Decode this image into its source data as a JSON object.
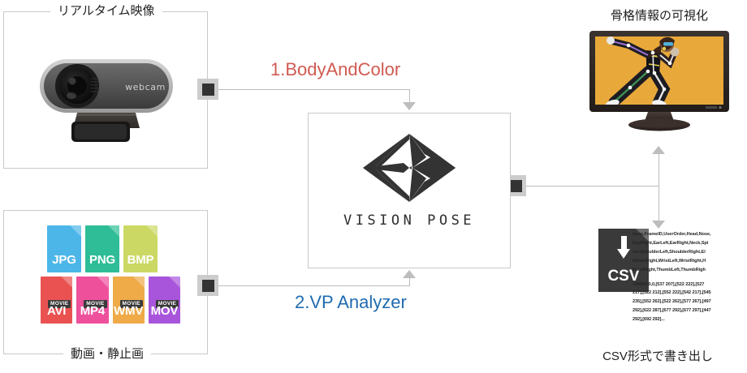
{
  "groups": {
    "realtime": {
      "label": "リアルタイム映像"
    },
    "media": {
      "label": "動画・静止画"
    }
  },
  "webcam": {
    "brand_text": "webcam"
  },
  "file_icons": {
    "images": [
      {
        "ext": "JPG",
        "color": "#4cb6e8",
        "badge": ""
      },
      {
        "ext": "PNG",
        "color": "#2ebd96",
        "badge": ""
      },
      {
        "ext": "BMP",
        "color": "#cbd864",
        "badge": ""
      }
    ],
    "videos": [
      {
        "ext": "AVI",
        "color": "#ea5252",
        "badge": "MOVIE"
      },
      {
        "ext": "MP4",
        "color": "#ee509c",
        "badge": "MOVIE"
      },
      {
        "ext": "WMV",
        "color": "#eeab48",
        "badge": "MOVIE"
      },
      {
        "ext": "MOV",
        "color": "#a855db",
        "badge": "MOVIE"
      }
    ]
  },
  "flow": {
    "step1": {
      "label": "1.BodyAndColor",
      "color": "#d05a52"
    },
    "step2": {
      "label": "2.VP Analyzer",
      "color": "#1f6bb0"
    }
  },
  "process": {
    "product_name": "VISION POSE",
    "logo_name": "vision-pose-diamond-logo"
  },
  "output_monitor": {
    "label": "骨格情報の可視化",
    "screen_description": "runner-with-skeleton-overlay",
    "screen_bg": "#e8a93a"
  },
  "output_csv": {
    "label": "CSV形式で書き出し",
    "icon_text": "CSV",
    "header_lines": [
      "tamp,FrameID,UserOrder,Head,Nose,",
      "EyeRight,EarLeft,EarRight,Neck,Spi",
      "der,ShoulderLeft,ShoulderRight,El",
      "ElbowRight,WristLeft,WristRight,H",
      "HandRight,ThumbLeft,ThumbRigh"
    ],
    "data_lines": [
      "194843,0,0,[537 207],[522 222],[527",
      "217],[522   212],[552   222],[542   217],[545",
      "235],[552   262],[522   262],[577   267],[497",
      "292],[622   287],[677   292],[677   297],[447",
      "292],[692 292]..."
    ]
  },
  "colors": {
    "line": "#bdbdbd",
    "box_border": "#c9c9c9",
    "node_fill": "#333333",
    "node_frame": "#cccccc"
  }
}
